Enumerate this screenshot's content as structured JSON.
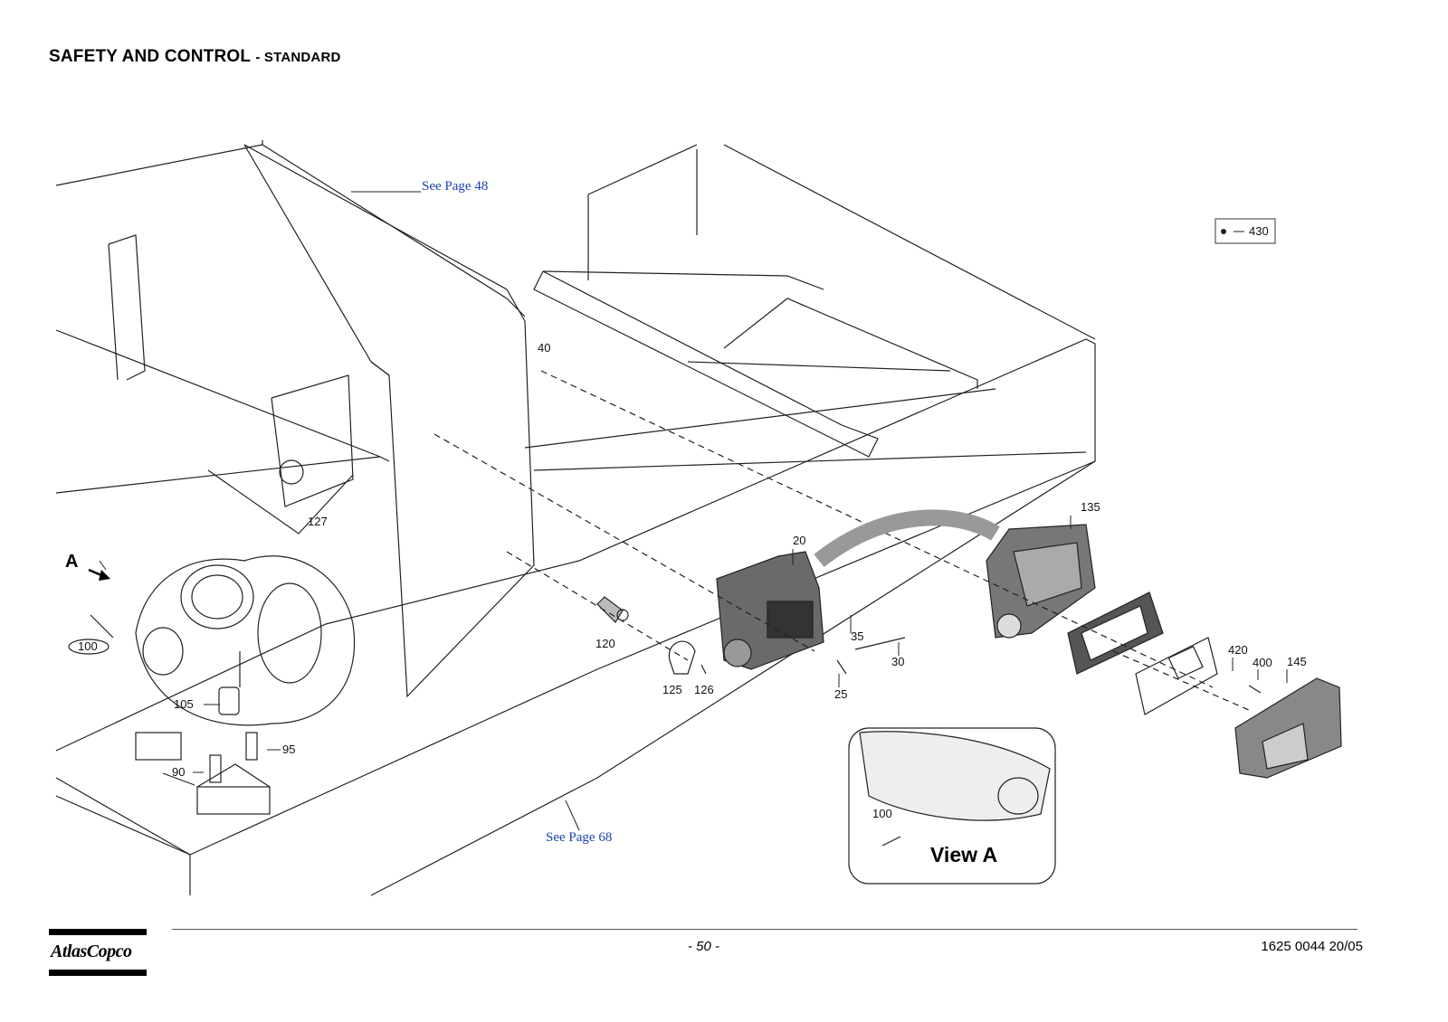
{
  "header": {
    "title": "SAFETY AND CONTROL",
    "subtitle": "- STANDARD"
  },
  "references": {
    "see_page_48": "See Page 48",
    "see_page_68": "See Page 68"
  },
  "callouts": {
    "c430": "430",
    "c40": "40",
    "c127": "127",
    "c135": "135",
    "c20": "20",
    "c35": "35",
    "c30": "30",
    "c25": "25",
    "c120": "120",
    "c125": "125",
    "c126": "126",
    "c420": "420",
    "c400": "400",
    "c145": "145",
    "c100": "100",
    "c105": "105",
    "c95": "95",
    "c90": "90",
    "c100_view": "100"
  },
  "view_marker": "A",
  "view_a_label": "View A",
  "footer": {
    "page_number": "- 50 -",
    "doc_number": "1625 0044 20/05",
    "logo_text": "AtlasCopco"
  }
}
